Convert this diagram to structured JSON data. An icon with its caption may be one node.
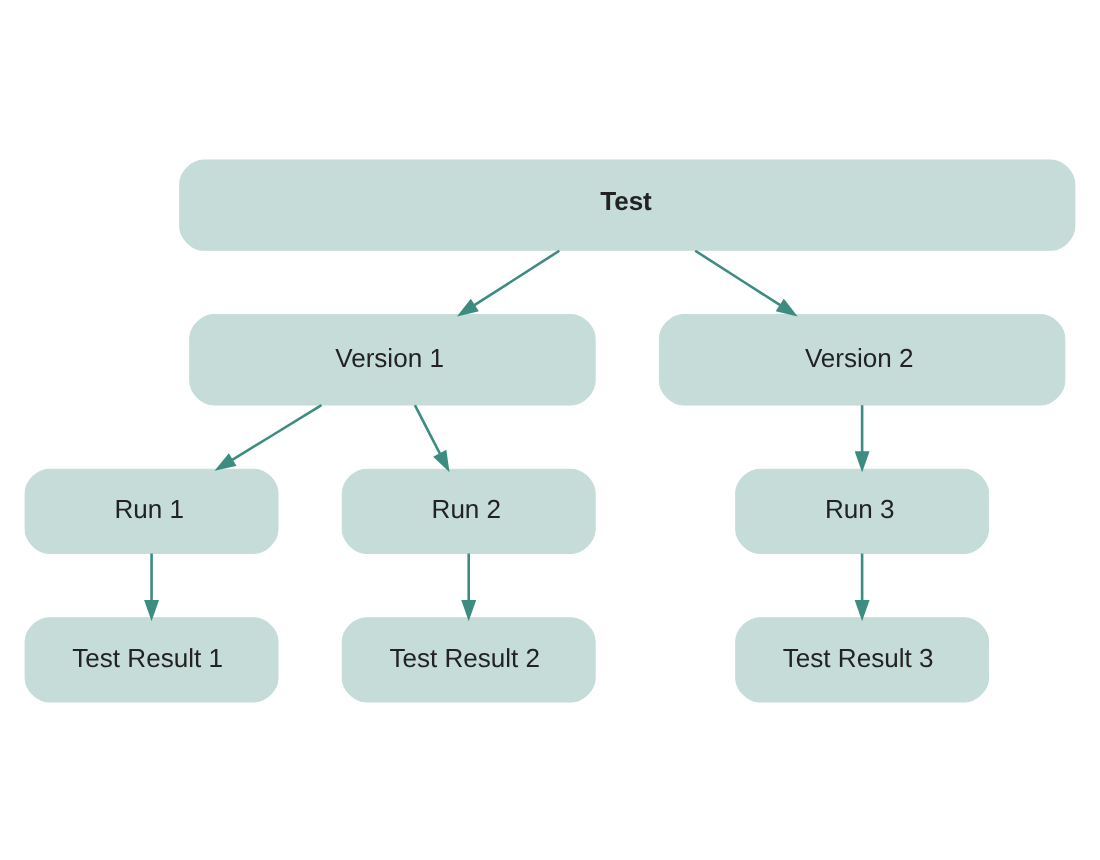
{
  "diagram": {
    "nodes": [
      {
        "text": [
          "Test"
        ]
      },
      {
        "text": [
          "Version 1"
        ]
      },
      {
        "text": [
          "Version 2"
        ]
      },
      {
        "text": [
          "Run 1"
        ]
      },
      {
        "text": [
          "Run 2"
        ]
      },
      {
        "text": [
          "Run 3"
        ]
      },
      {
        "text": [
          "Test Result 1"
        ]
      },
      {
        "text": [
          "Test Result 2"
        ]
      },
      {
        "text": [
          "Test Result 3"
        ]
      }
    ],
    "edges": [
      {
        "from": 0,
        "to": 1,
        "arrow": "to"
      },
      {
        "from": 0,
        "to": 2,
        "arrow": "to"
      },
      {
        "from": 1,
        "to": 3,
        "arrow": "to"
      },
      {
        "from": 1,
        "to": 4,
        "arrow": "to"
      },
      {
        "from": 2,
        "to": 5,
        "arrow": "to"
      },
      {
        "from": 3,
        "to": 6,
        "arrow": "to"
      },
      {
        "from": 4,
        "to": 7,
        "arrow": "to"
      },
      {
        "from": 5,
        "to": 8,
        "arrow": "to"
      }
    ]
  }
}
